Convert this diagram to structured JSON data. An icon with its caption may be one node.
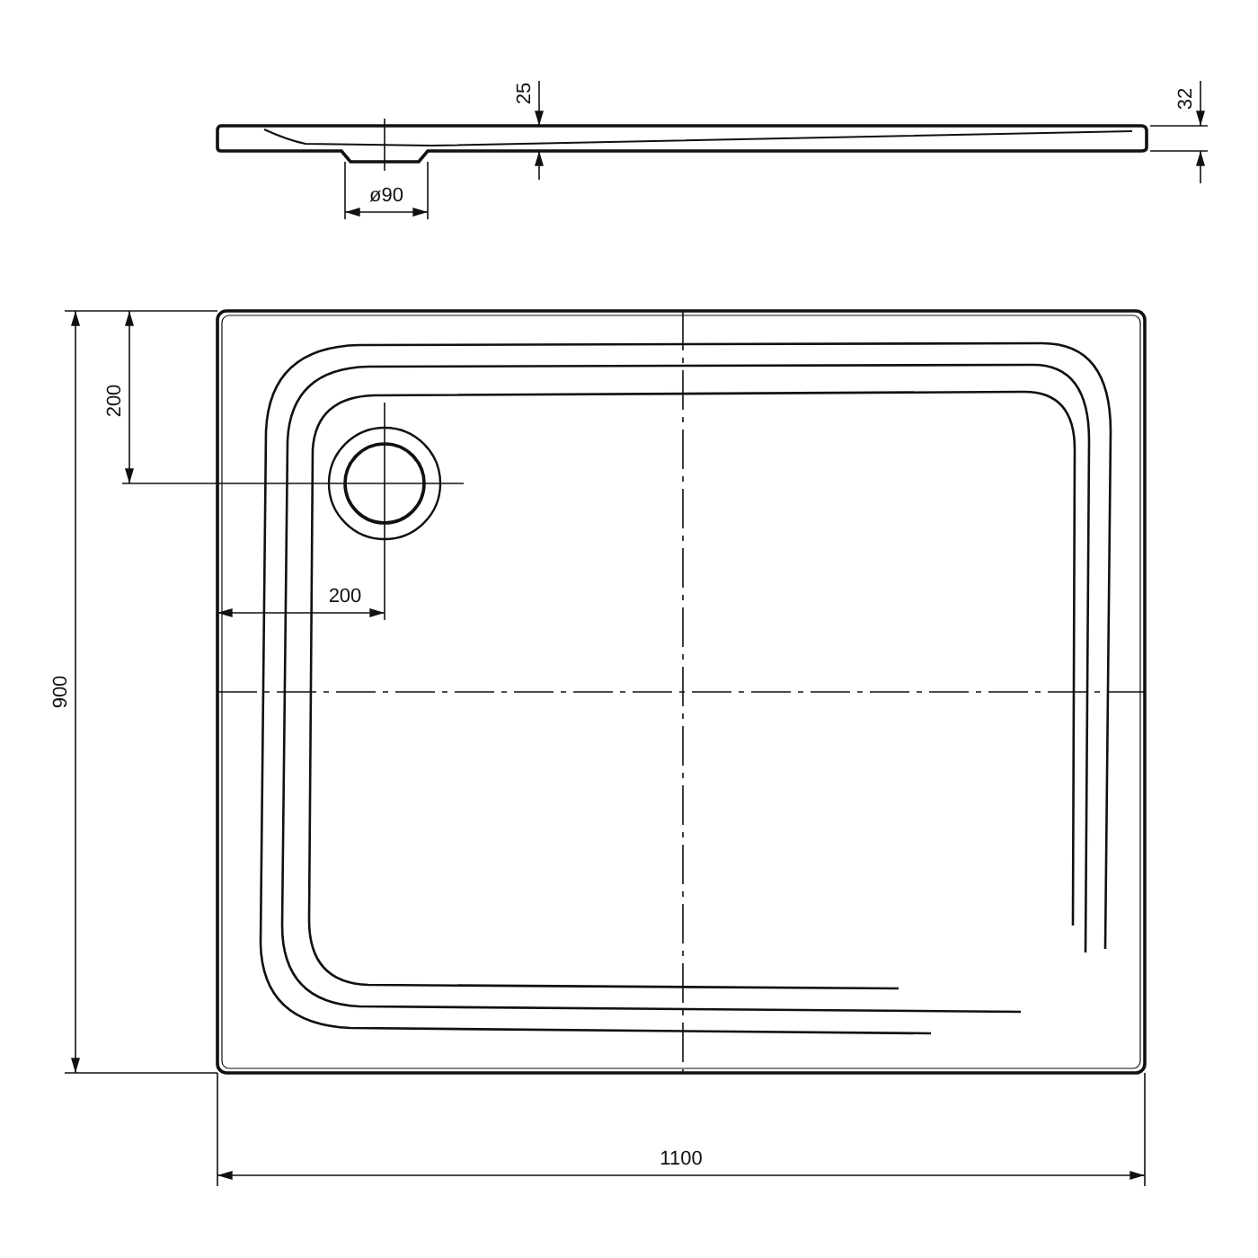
{
  "diagram": {
    "labels": [
      "25",
      "32",
      "ø90",
      "200",
      "200",
      "900",
      "1100"
    ]
  }
}
